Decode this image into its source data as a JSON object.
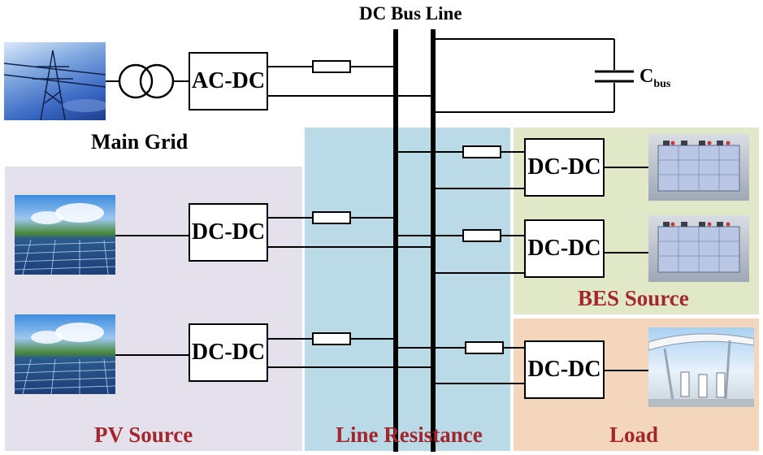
{
  "title": "DC Bus Line",
  "capacitor": {
    "symbol": "C",
    "subscript": "bus"
  },
  "main_grid": {
    "label": "Main Grid",
    "converter": "AC-DC"
  },
  "pv": {
    "label": "PV Source",
    "converters": [
      "DC-DC",
      "DC-DC"
    ]
  },
  "line_resistance": {
    "label": "Line Resistance"
  },
  "bes": {
    "label": "BES Source",
    "converters": [
      "DC-DC",
      "DC-DC"
    ]
  },
  "load": {
    "label": "Load",
    "converter": "DC-DC"
  },
  "colors": {
    "pv_region": "#e5e1ec",
    "line_resistance_region": "#b9dae6",
    "bes_region": "#e1e8c7",
    "load_region": "#f4d6bd",
    "section_label": "#a3262c",
    "wire": "#000000"
  },
  "icons": [
    "transmission-tower-image",
    "transformer-symbol",
    "solar-panel-image",
    "battery-pack-image",
    "ev-charging-station-image"
  ]
}
